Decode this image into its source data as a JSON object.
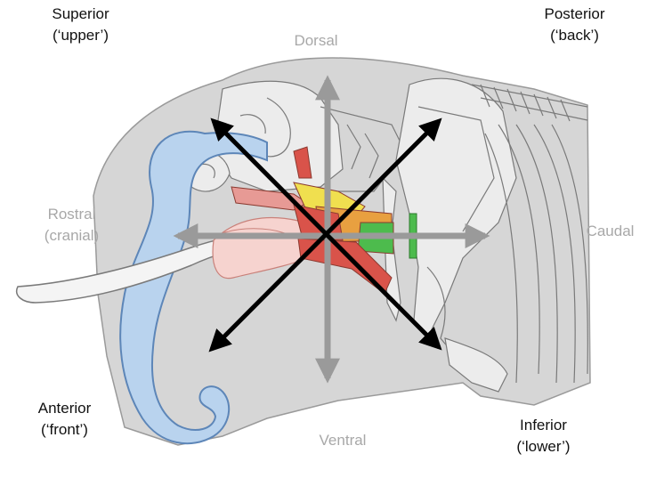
{
  "labels": {
    "superior": {
      "line1": "Superior",
      "line2": "(‘upper’)"
    },
    "posterior": {
      "line1": "Posterior",
      "line2": "(‘back’)"
    },
    "dorsal": "Dorsal",
    "rostral": {
      "line1": "Rostral",
      "line2": "(cranial)"
    },
    "caudal": "Caudal",
    "anterior": {
      "line1": "Anterior",
      "line2": "(‘front’)"
    },
    "ventral": "Ventral",
    "inferior": {
      "line1": "Inferior",
      "line2": "(‘lower’)"
    }
  },
  "colors": {
    "background": "#ffffff",
    "silhouette": "#d6d6d6",
    "outline": "#7a7a7a",
    "trunk": "#b9d3ee",
    "trunk_edge": "#5d86b8",
    "tongue": "#f6d3cf",
    "muscle_red": "#d9534a",
    "muscle_orange": "#e8a040",
    "muscle_yellow": "#f0df4f",
    "muscle_green": "#4dbb4d",
    "muscle_pink": "#e79a95",
    "gray_arrow": "#9a9a9a",
    "black_arrow": "#000000",
    "dark_text": "#111111",
    "light_text": "#a8a8a8"
  }
}
